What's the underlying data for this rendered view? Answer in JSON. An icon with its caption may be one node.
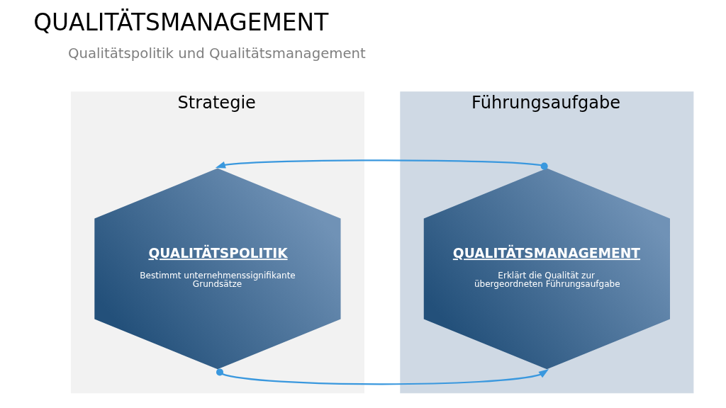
{
  "diagram": {
    "title": "QUALITÄTSMANAGEMENT",
    "nodes": [
      {
        "text": [
          "Strategie"
        ]
      },
      {
        "text": [
          "QUALITÄTSPOLITIK",
          "Bestimmt unternehmenssignifikante Grundsätze"
        ],
        "in": 0
      },
      {
        "text": [
          "Führungsaufgabe"
        ]
      },
      {
        "text": [
          "QUALITÄTSMANAGEMENT",
          "Erklärt die Qualität zur übergeordneten Führungsaufgabe"
        ],
        "in": 2
      }
    ],
    "edges": [
      {
        "from": 3,
        "to": 1,
        "arrow": "to"
      },
      {
        "from": 1,
        "to": 3,
        "arrow": "to"
      }
    ],
    "labels": [
      "Qualitätspolitik und Qualitätsmanagement"
    ]
  }
}
